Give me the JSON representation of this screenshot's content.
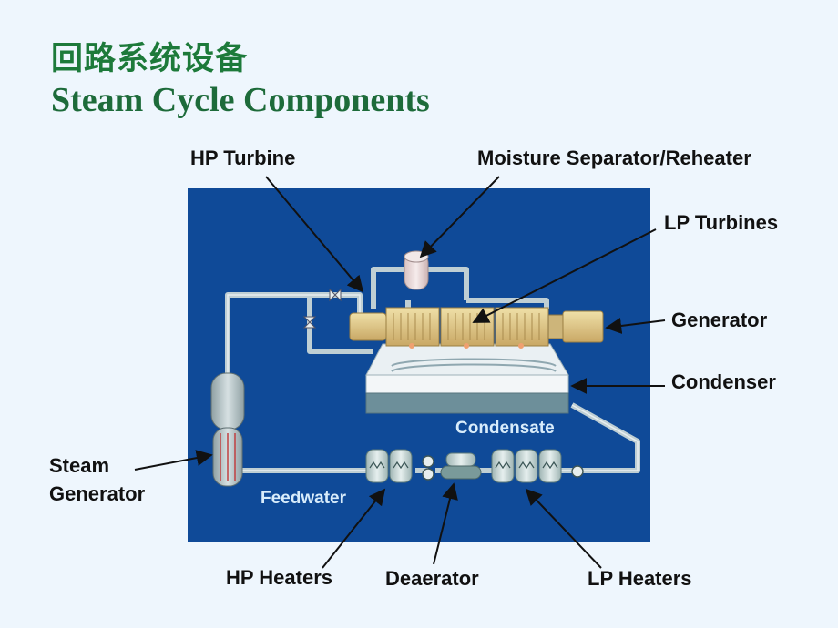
{
  "title": {
    "zh": "回路系统设备",
    "en": "Steam Cycle Components"
  },
  "labels": {
    "hp_turbine": "HP Turbine",
    "moisture_separator": "Moisture Separator/Reheater",
    "lp_turbines": "LP Turbines",
    "generator": "Generator",
    "condenser": "Condenser",
    "steam_generator_line1": "Steam",
    "steam_generator_line2": "Generator",
    "hp_heaters": "HP Heaters",
    "deaerator": "Deaerator",
    "lp_heaters": "LP Heaters"
  },
  "panel_labels": {
    "condensate": "Condensate",
    "feedwater": "Feedwater"
  },
  "colors": {
    "title_green": "#1d7a3a",
    "panel_blue": "#0f4a98",
    "pipe": "#bfcfd4",
    "turbine_tan": "#e4cf8f"
  }
}
